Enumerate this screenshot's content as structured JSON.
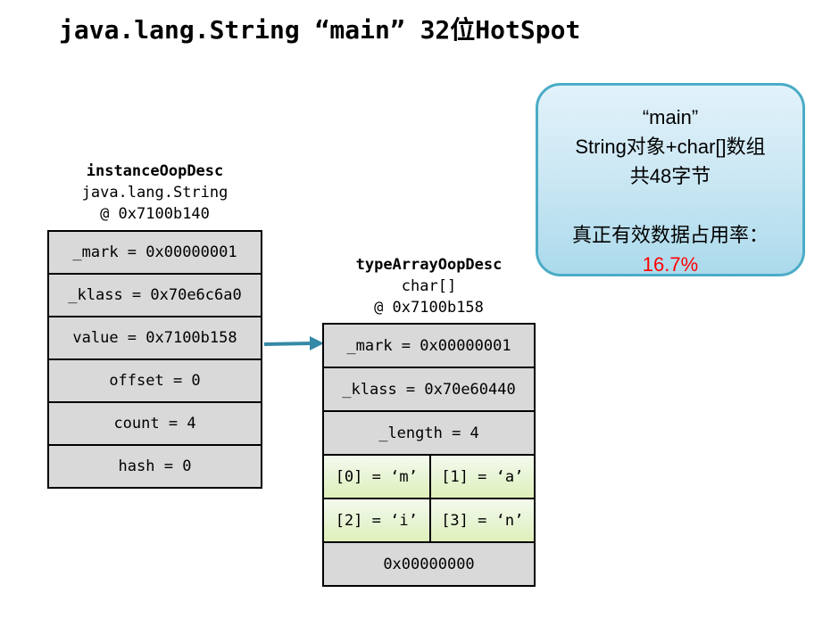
{
  "title": "java.lang.String “main” 32位HotSpot",
  "string_object": {
    "type_label": "instanceOopDesc",
    "class_label": "java.lang.String",
    "address": "@ 0x7100b140",
    "rows": [
      "_mark = 0x00000001",
      "_klass = 0x70e6c6a0",
      "value = 0x7100b158",
      "offset = 0",
      "count = 4",
      "hash = 0"
    ]
  },
  "char_array": {
    "type_label": "typeArrayOopDesc",
    "class_label": "char[]",
    "address": "@ 0x7100b158",
    "rows": [
      "_mark = 0x00000001",
      "_klass = 0x70e60440",
      "_length = 4"
    ],
    "char_cells": [
      "[0] = ‘m’",
      "[1] = ‘a’",
      "[2] = ‘i’",
      "[3] = ‘n’"
    ],
    "padding_row": "0x00000000"
  },
  "callout": {
    "quote_line": "“main”",
    "composition_line": "String对象+char[]数组",
    "size_line": "共48字节",
    "ratio_label": "真正有效数据占用率：",
    "ratio_value": "16.7%"
  },
  "colors": {
    "row_fill": "#d9d9d9",
    "row_border": "#000000",
    "char_cell_top": "#f4faee",
    "char_cell_bottom": "#dff0ba",
    "callout_border": "#4bacc6",
    "callout_fill_top": "#e2f2fa",
    "callout_fill_bottom": "#abdaec",
    "arrow": "#3589a6",
    "ratio_value_color": "#ff0000"
  }
}
